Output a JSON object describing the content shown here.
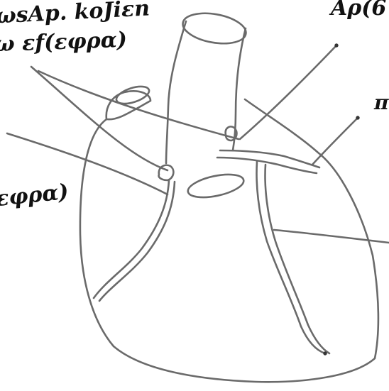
{
  "labels": {
    "top_left_line1": "ωsAp. koJiεn",
    "top_left_line2": "ω εf(εφρα)",
    "top_right": "Aρ(6",
    "right": "π",
    "left": "εφρα)"
  },
  "colors": {
    "ink": "#6a6a6a",
    "ink_dark": "#333333",
    "text": "#111111",
    "background": "#ffffff"
  }
}
